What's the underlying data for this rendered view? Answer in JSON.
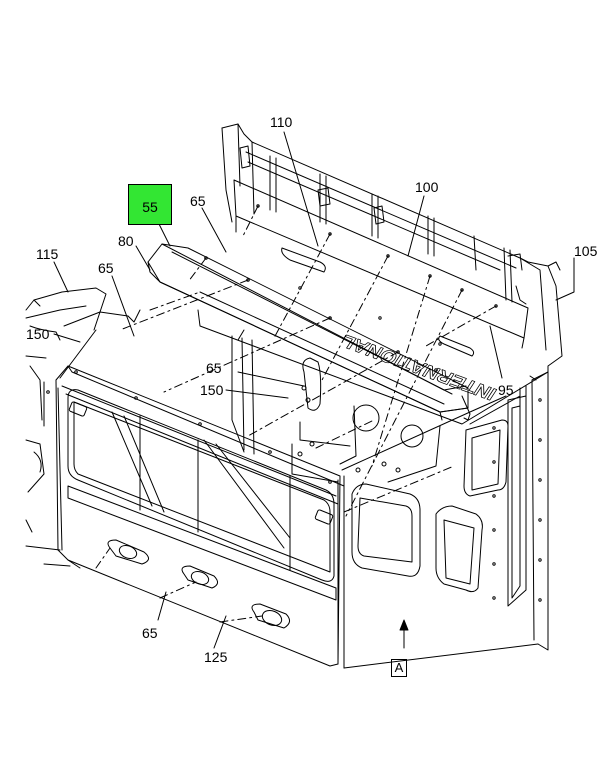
{
  "diagram": {
    "highlight_color": "#33e633",
    "highlighted_callout": "55",
    "callouts": {
      "c110": "110",
      "c100": "100",
      "c105": "105",
      "c65a": "65",
      "c80": "80",
      "c115": "115",
      "c65b": "65",
      "c150a": "150",
      "c65c": "65",
      "c150b": "150",
      "c95": "95",
      "c65d": "65",
      "c125": "125"
    },
    "view_label": "A",
    "stamped_text": "INTERNATIONAL"
  }
}
